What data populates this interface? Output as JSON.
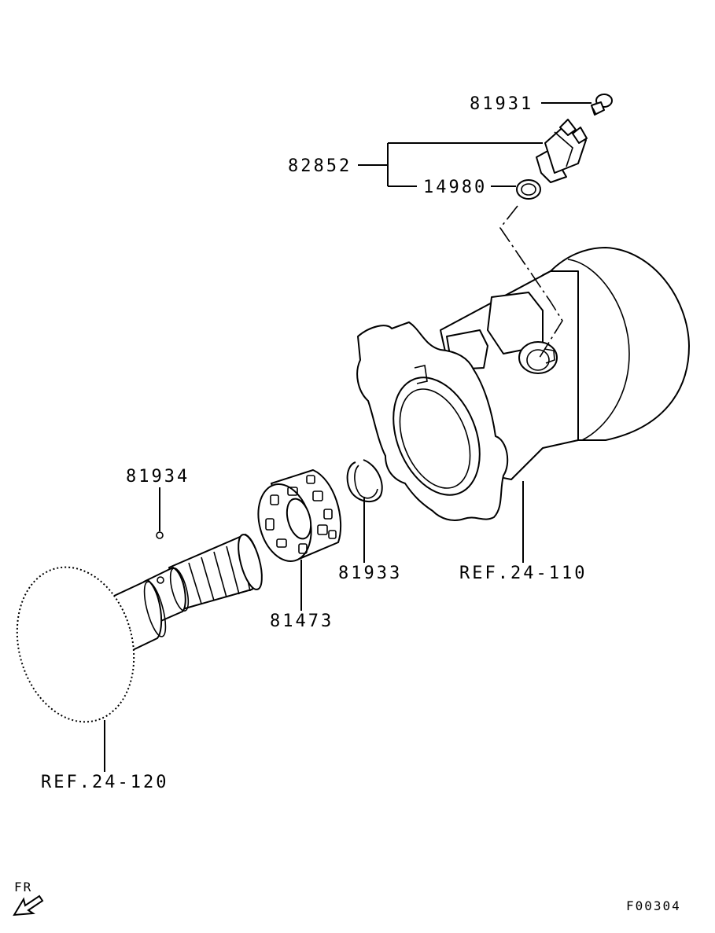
{
  "parts": {
    "p81931": "81931",
    "p82852": "82852",
    "p14980": "14980",
    "p81934": "81934",
    "p81933": "81933",
    "p81473": "81473",
    "ref_housing": "REF.24-110",
    "ref_shaft": "REF.24-120"
  },
  "orientation": {
    "label": "FR",
    "icon": "front-direction-arrow-icon"
  },
  "figure_id": "F00304"
}
